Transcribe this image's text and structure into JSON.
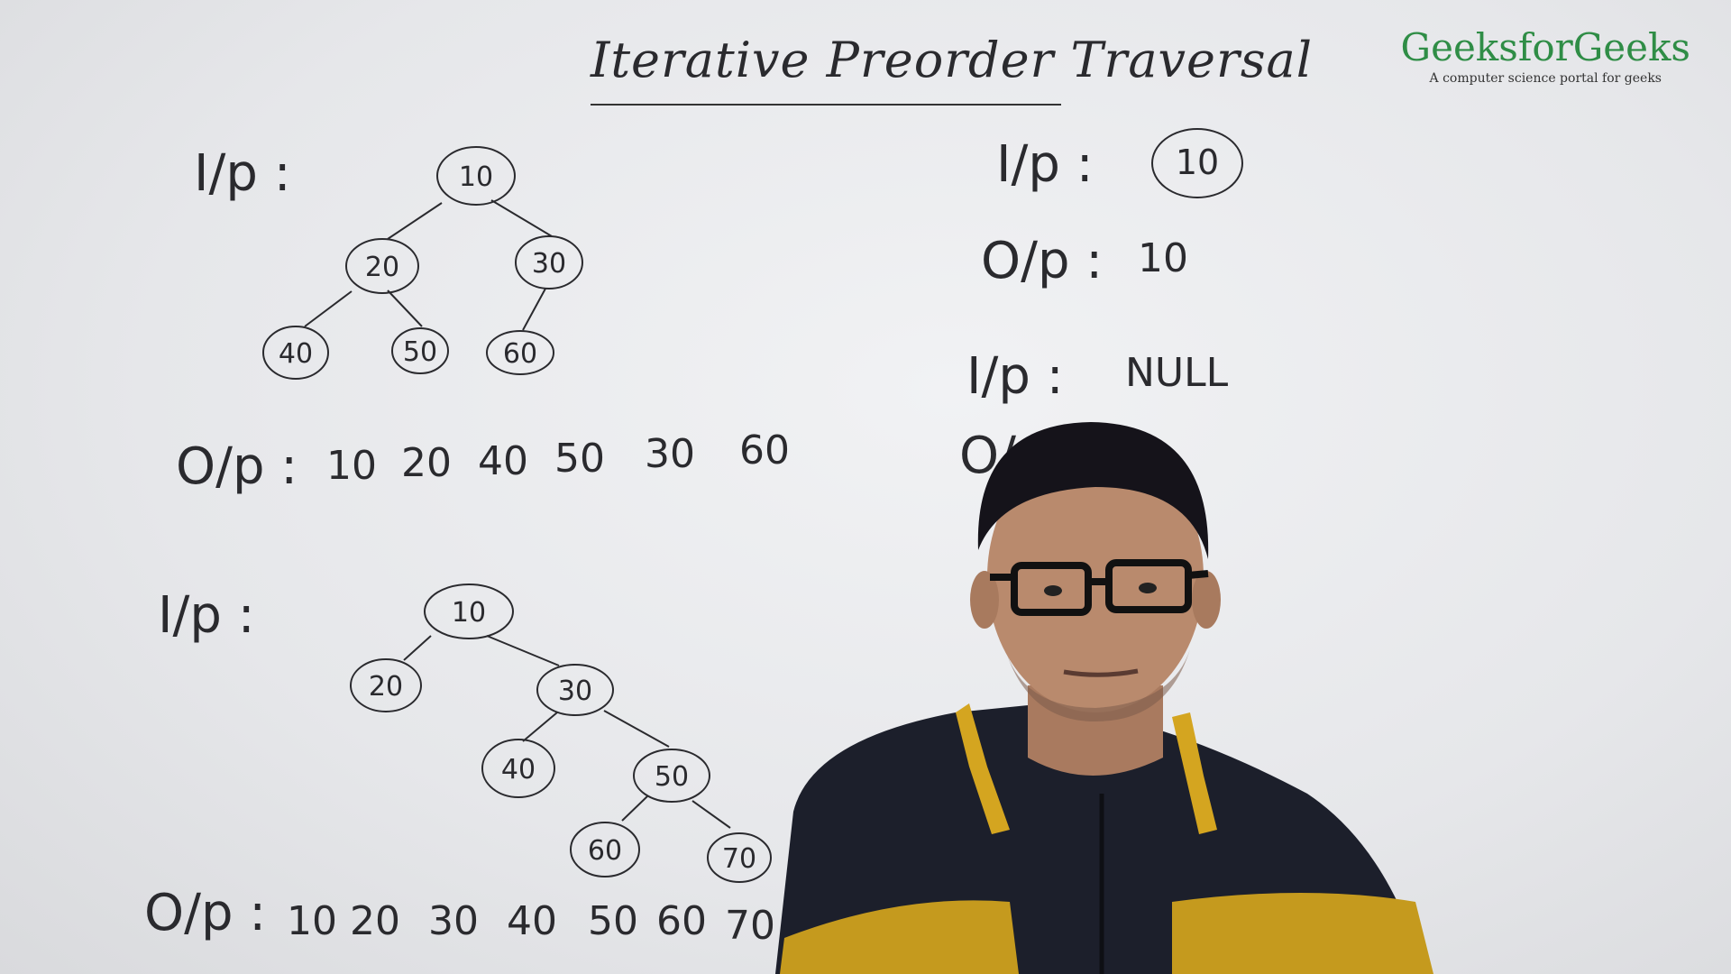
{
  "title": "Iterative Preorder Traversal",
  "logo": {
    "name": "GeeksforGeeks",
    "tagline": "A computer science portal for geeks",
    "color": "#2f8d46"
  },
  "ip_label": "I/p :",
  "op_label": "O/p :",
  "example1": {
    "tree_nodes": [
      "10",
      "20",
      "30",
      "40",
      "50",
      "60"
    ],
    "output": [
      "10",
      "20",
      "40",
      "50",
      "30",
      "60"
    ]
  },
  "example2": {
    "tree_nodes": [
      "10",
      "20",
      "30",
      "40",
      "50",
      "60",
      "70"
    ],
    "output": [
      "10",
      "20",
      "30",
      "40",
      "50",
      "60",
      "70"
    ]
  },
  "example3": {
    "input_node": "10",
    "output": "10"
  },
  "example4": {
    "input": "NULL",
    "op_partial": "O/p"
  }
}
